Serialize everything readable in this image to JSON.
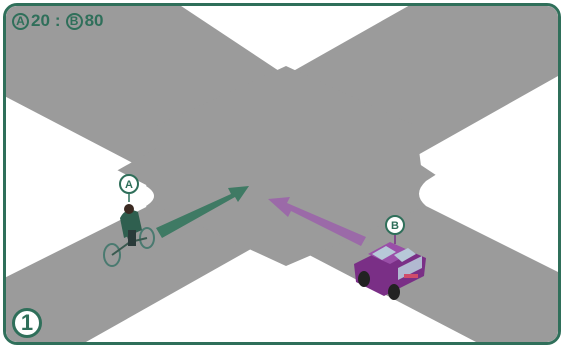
{
  "ratio": {
    "a_letter": "A",
    "a_value": "20",
    "separator": ":",
    "b_letter": "B",
    "b_value": "80"
  },
  "scene": {
    "bicycle_marker": "A",
    "car_marker": "B",
    "panel_number": "1"
  },
  "colors": {
    "frame": "#2f6f5a",
    "road": "#9b9b9b",
    "bicycle_arrow": "#3f7a64",
    "car_arrow": "#9b6aa8",
    "car_body": "#7a2f86"
  }
}
